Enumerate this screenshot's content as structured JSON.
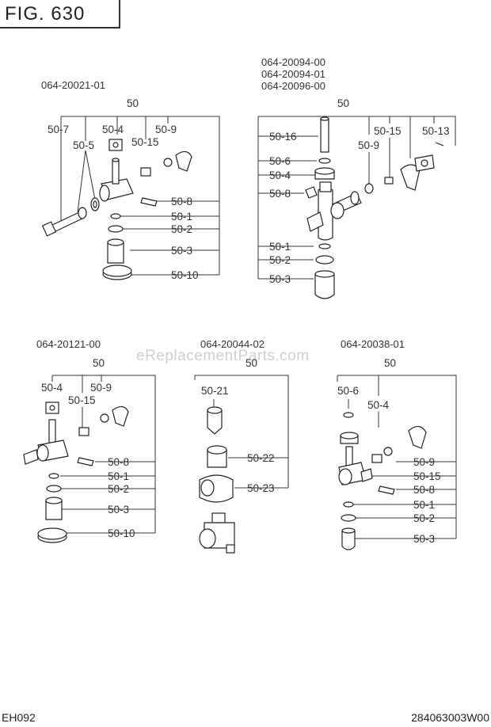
{
  "figure": {
    "title": "FIG. 630"
  },
  "watermark": "eReplacementParts.com",
  "footer": {
    "left": "EH092",
    "right": "284063003W00"
  },
  "groups": [
    {
      "id": "g1",
      "part_numbers": [
        "064-20021-01"
      ],
      "assembly": "50",
      "callouts": [
        "50-7",
        "50-5",
        "50-4",
        "50-15",
        "50-9",
        "50-8",
        "50-1",
        "50-2",
        "50-3",
        "50-10"
      ]
    },
    {
      "id": "g2",
      "part_numbers": [
        "064-20094-00",
        "064-20094-01",
        "064-20096-00"
      ],
      "assembly": "50",
      "callouts": [
        "50-16",
        "50-6",
        "50-4",
        "50-8",
        "50-1",
        "50-2",
        "50-3",
        "50-9",
        "50-15",
        "50-13"
      ]
    },
    {
      "id": "g3",
      "part_numbers": [
        "064-20121-00"
      ],
      "assembly": "50",
      "callouts": [
        "50-4",
        "50-15",
        "50-9",
        "50-8",
        "50-1",
        "50-2",
        "50-3",
        "50-10"
      ]
    },
    {
      "id": "g4",
      "part_numbers": [
        "064-20044-02"
      ],
      "assembly": "50",
      "callouts": [
        "50-21",
        "50-22",
        "50-23"
      ]
    },
    {
      "id": "g5",
      "part_numbers": [
        "064-20038-01"
      ],
      "assembly": "50",
      "callouts": [
        "50-6",
        "50-4",
        "50-9",
        "50-15",
        "50-8",
        "50-1",
        "50-2",
        "50-3"
      ]
    }
  ]
}
